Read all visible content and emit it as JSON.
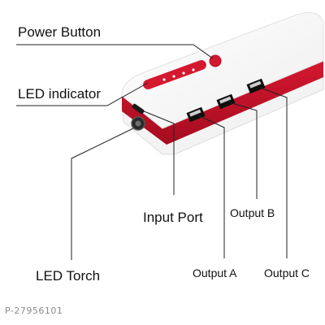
{
  "colors": {
    "body": "#ffffff",
    "accent": "#c8102e",
    "line": "#222222",
    "text": "#111111"
  },
  "callouts": {
    "power_button": "Power Button",
    "led_indicator": "LED indicator",
    "input_port": "Input Port",
    "output_b": "Output B",
    "led_torch": "LED Torch",
    "output_a": "Output A",
    "output_c": "Output C"
  },
  "watermark": "P-27956101"
}
